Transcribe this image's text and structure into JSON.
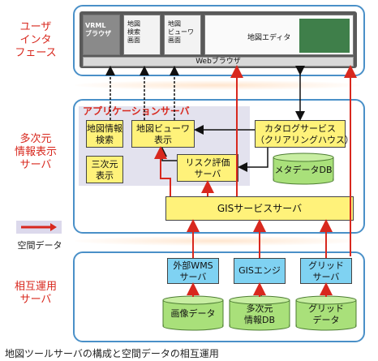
{
  "side_labels": {
    "user_interface": [
      "ユーザ",
      "インタ",
      "フェース"
    ],
    "multidim_server": [
      "多次元",
      "情報表示",
      "サーバ"
    ],
    "interop_server": [
      "相互運用",
      "サーバ"
    ],
    "legend_spatial": "空間データ"
  },
  "top": {
    "screens": [
      "VRML\nブラウザ",
      "地図\n検索\n画面",
      "地図\nビューワ\n画面",
      "地図エディタ"
    ],
    "web_browser": "Webブラウザ"
  },
  "middle": {
    "app_server_title": "アプリケーションサーバ",
    "map_info_search": "地図情報\n検索",
    "three_d_display": "三次元\n表示",
    "map_viewer_display": "地図ビューワ\n表示",
    "catalog_service": "カタログサービス\n（クリアリングハウス）",
    "risk_eval_server": "リスク評価\nサーバ",
    "metadata_db": "メタデータDB",
    "gis_service_server": "GISサービスサーバ"
  },
  "bottom": {
    "external_wms": "外部WMS\nサーバ",
    "gis_engine": "GISエンジン",
    "grid_server": "グリッド\nサーバ",
    "image_data": "画像データ",
    "multidim_db": "多次元\n情報DB",
    "grid_data": "グリッド\nデータ"
  },
  "caption": "地図ツールサーバの構成と空間データの相互運用",
  "colors": {
    "accent_red": "#d8281e",
    "panel_border": "#4a90c8",
    "yellow": "#fff27a",
    "blue": "#7fd2f2",
    "db_green": "#a9e07a"
  }
}
